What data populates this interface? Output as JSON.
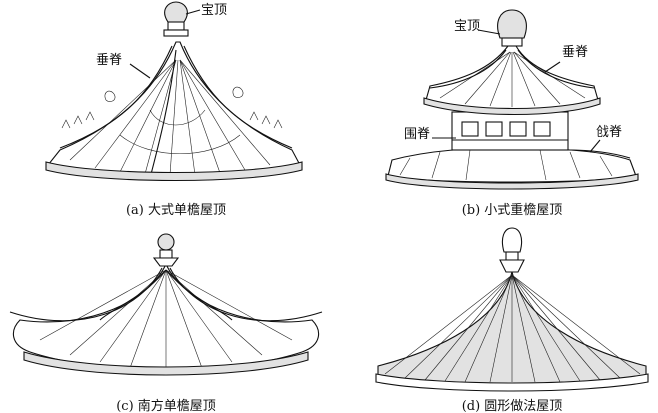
{
  "panels": [
    {
      "caption": "(a) 大式单檐屋顶",
      "labels": {
        "finial": "宝顶",
        "ridge": "垂脊"
      }
    },
    {
      "caption": "(b) 小式重檐屋顶",
      "labels": {
        "finial": "宝顶",
        "ridge": "垂脊",
        "surround": "围脊",
        "eave": "戗脊"
      }
    },
    {
      "caption": "(c) 南方单檐屋顶"
    },
    {
      "caption": "(d) 圆形做法屋顶"
    }
  ]
}
